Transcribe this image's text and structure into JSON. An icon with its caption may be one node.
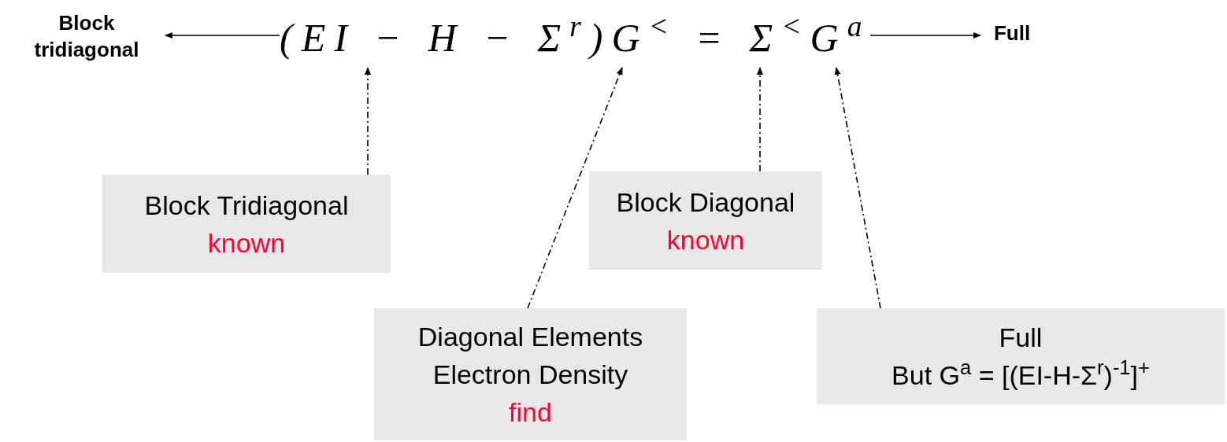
{
  "diagram": {
    "nodes": [
      {
        "text": [
          "Block tridiagonal"
        ]
      },
      {
        "text": [
          "(EI − H − Σ$^{r}$)G$^{<}$ = Σ$^{<}$G$^{a}$"
        ]
      },
      {
        "text": [
          "Full"
        ]
      },
      {
        "text": [
          "Block Tridiagonal",
          "known"
        ]
      },
      {
        "text": [
          "Block Diagonal",
          "known"
        ]
      },
      {
        "text": [
          "Diagonal Elements",
          "Electron Density",
          "find"
        ]
      },
      {
        "text": [
          "Full",
          "But G$^{a}$ = [(EI-H-Σ$^{r}$)$^{-1}$]$^{+}$"
        ]
      }
    ],
    "edges": [
      {
        "from": 1,
        "to": 0,
        "arrow": "to"
      },
      {
        "from": 1,
        "to": 2,
        "arrow": "to"
      },
      {
        "from": 3,
        "to": 1,
        "arrow": "to",
        "style": "dashed"
      },
      {
        "from": 5,
        "to": 1,
        "arrow": "to",
        "style": "dashed"
      },
      {
        "from": 4,
        "to": 1,
        "arrow": "to",
        "style": "dashed"
      },
      {
        "from": 6,
        "to": 1,
        "arrow": "to",
        "style": "dashed"
      }
    ]
  }
}
